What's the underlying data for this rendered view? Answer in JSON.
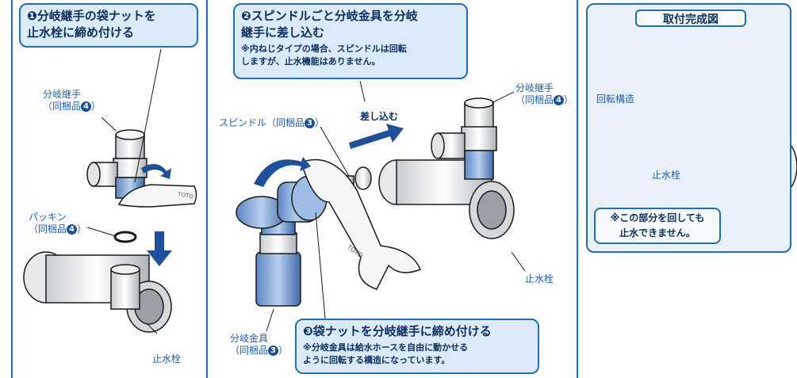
{
  "step1": {
    "num": "❶",
    "text": "分岐継手の袋ナットを\n止水栓に締め付ける"
  },
  "step2": {
    "num": "❷",
    "text": "スピンドルごと分岐金具を分岐\n継手に差し込む",
    "note": "※内ねじタイプの場合、スピンドルは回転\nしますが、止水機能はありません。"
  },
  "step3": {
    "num": "❸",
    "text": "袋ナットを分岐継手に締め付ける",
    "note": "※分岐金具は給水ホースを自由に動かせる\nように回転する構造になっています。"
  },
  "labels": {
    "branch_joint_left": "分岐継手\n（同梱品",
    "branch_joint_left_badge": "4",
    "branch_joint_left_close": "）",
    "packing": "パッキン\n（同梱品",
    "packing_badge": "4",
    "packing_close": "）",
    "stop_valve_left": "止水栓",
    "spindle": "スピンドル（同梱品",
    "spindle_badge": "3",
    "spindle_close": "）",
    "insert": "差し込む",
    "branch_joint_right": "分岐継手\n（同梱品",
    "branch_joint_right_badge": "4",
    "branch_joint_right_close": "）",
    "stop_valve_right": "止水栓",
    "branch_fitting": "分岐金具\n（同梱品",
    "branch_fitting_badge": "3",
    "branch_fitting_close": "）",
    "toto_mark": "TOTO"
  },
  "panel": {
    "title": "取付完成図",
    "rotating_structure": "回転構造",
    "stop_valve": "止水栓",
    "warning": "※この部分を回しても\n止水できません。"
  },
  "colors": {
    "accent": "#1e6fb8",
    "callout_bg": "#dbeaf8",
    "text_dark": "#0d2f5e"
  }
}
